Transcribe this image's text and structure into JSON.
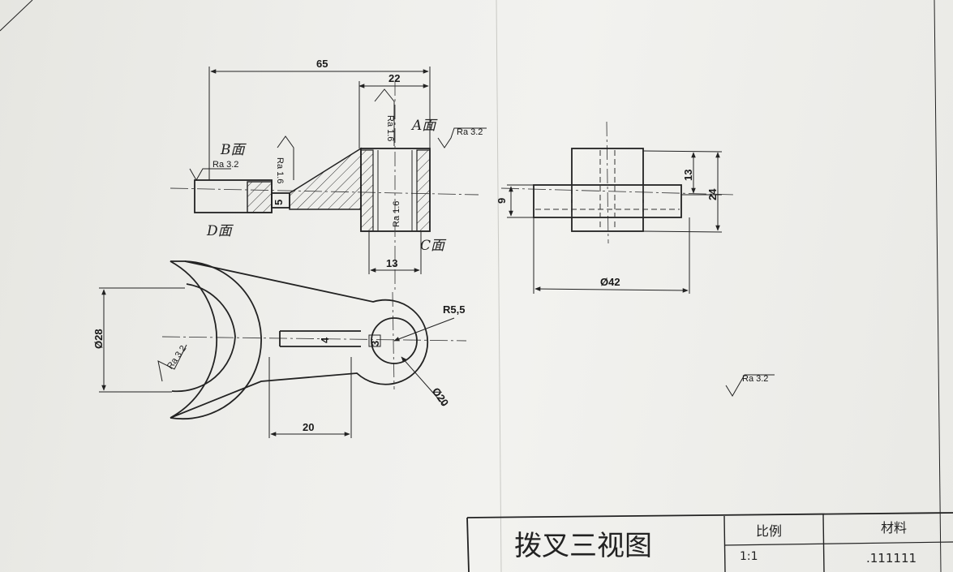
{
  "title_block": {
    "name": "拨叉三视图",
    "scale_label": "比例",
    "scale_value": "1:1",
    "material_label": "材料",
    "material_value": ".111111"
  },
  "front_view": {
    "dim_overall": "65",
    "dim_boss": "22",
    "dim_neck": "5",
    "dim_bore": "13",
    "roughness": [
      "Ra 3.2",
      "Ra 1.6",
      "Ra 1.6",
      "Ra 1.6",
      "Ra 3.2"
    ],
    "face_labels": [
      "B面",
      "D面",
      "A面",
      "C面"
    ]
  },
  "side_view": {
    "dim_13": "13",
    "dim_24": "24",
    "dim_9": "9",
    "dim_dia42": "Ø42"
  },
  "top_view": {
    "dim_dia28": "Ø28",
    "dim_20": "20",
    "dim_4": "4",
    "dim_3": "3",
    "dim_r55": "R5,5",
    "dim_dia20": "Ø20",
    "roughness": "Ra 3.2"
  },
  "general_roughness": "Ra 3.2"
}
